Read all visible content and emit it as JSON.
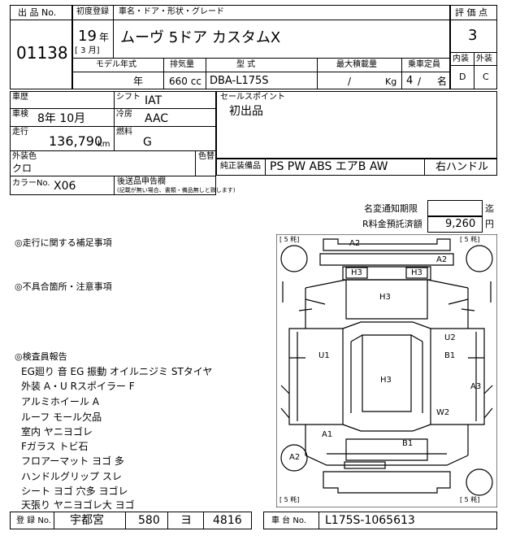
{
  "header": {
    "lot_label": "出 品 No.",
    "lot_number": "01138",
    "first_reg_label": "初度登録",
    "model_name_label": "車名・ドア・形状・グレード",
    "year": "19",
    "year_unit": "年",
    "month": "[ 3 月]",
    "car_name": "ムーヴ 5ドア カスタムX",
    "grade_label": "評 価 点",
    "grade": "3",
    "interior_label": "内装",
    "exterior_label": "外装",
    "interior_grade": "D",
    "exterior_grade": "C"
  },
  "spec": {
    "model_year_label": "モデル年式",
    "displacement_label": "排気量",
    "model_label": "型 式",
    "max_load_label": "最大積載量",
    "capacity_label": "乗車定員",
    "model_year_unit": "年",
    "displacement": "660 cc",
    "model": "DBA-L175S",
    "max_load_sep": "/",
    "max_load_unit": "Kg",
    "capacity": "4",
    "capacity_sep": "/",
    "capacity_unit": "名"
  },
  "details": {
    "history_label": "車歴",
    "shift_label": "シフト",
    "shift": "IAT",
    "inspection_label": "車検",
    "inspection": "8年 10月",
    "ac_label": "冷房",
    "ac": "AAC",
    "mileage_label": "走行",
    "mileage": "136,790",
    "mileage_unit": "km",
    "fuel_label": "燃料",
    "fuel": "G",
    "color_label": "外装色",
    "color": "クロ",
    "recolor_label": "色替",
    "color_no_label": "カラーNo.",
    "color_no": "X06",
    "aftermarket_label": "後送品申告欄",
    "aftermarket_note": "(記載が無い場合、書類・備品無しと致します)",
    "sales_point_label": "セールスポイント",
    "sales_point": "初出品",
    "equipment_label": "純正装備品",
    "equipment": "PS PW ABS エアB AW",
    "steering": "右ハンドル",
    "name_change_label": "名変通知期限",
    "name_change_unit": "迄",
    "recycle_label": "R料金預託済額",
    "recycle_amount": "9,260",
    "recycle_unit": "円"
  },
  "notes": {
    "supplement_title": "◎走行に関する補足事項",
    "defect_title": "◎不具合箇所・注意事項",
    "inspector_title": "◎検査員報告",
    "inspector_lines": [
      "EG廻り 音 EG 振動 オイルニジミ STタイヤ",
      "外装 A・U Rスポイラー F",
      "アルミホイール A",
      "ルーフ モール欠品",
      "室内 ヤニヨゴレ",
      "Fガラス トビ石",
      "フロアーマット ヨゴ 多",
      "ハンドルグリップ スレ",
      "シート ヨゴ 穴多 ヨゴレ",
      "天張り ヤニヨゴレ大 ヨゴ"
    ]
  },
  "diagram": {
    "tire_label": "[ 5 ",
    "tire_unit": "粍]",
    "marks": [
      "A2",
      "A2",
      "H3",
      "H3",
      "H3",
      "H3",
      "U2",
      "B1",
      "U1",
      "A3",
      "W2",
      "A1",
      "B1",
      "A2"
    ]
  },
  "footer": {
    "reg_label": "登 録 No.",
    "reg_area": "宇都宮",
    "reg_class": "580",
    "reg_kana": "ヨ",
    "reg_number": "4816",
    "chassis_label": "車 台 No.",
    "chassis": "L175S-1065613"
  }
}
